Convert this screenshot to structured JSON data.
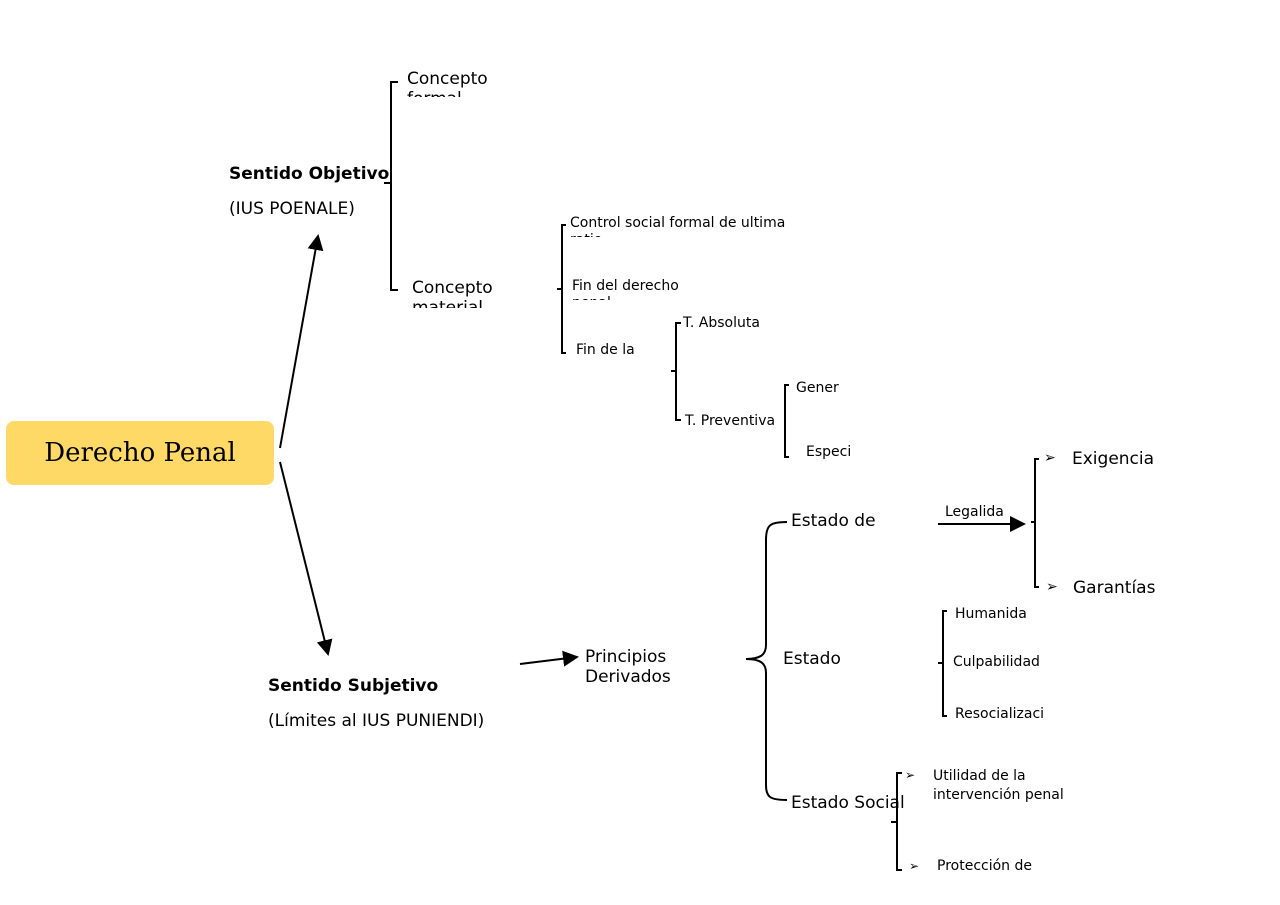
{
  "root": {
    "label": "Derecho Penal",
    "color": "#FFD966"
  },
  "objective": {
    "title": "Sentido Objetivo",
    "subtitle": "(IUS POENALE)",
    "formal": "Concepto formal",
    "material": "Concepto material",
    "material_items": [
      "Control social formal de ultima ratio",
      "Fin del derecho penal",
      "Fin de la pena"
    ],
    "pena_theories": [
      "T. Absoluta",
      "T. Preventiva"
    ],
    "preventiva_types": [
      "Gener",
      "Especi"
    ]
  },
  "subjective": {
    "title": "Sentido Subjetivo",
    "subtitle": "(Límites al IUS PUNIENDI)",
    "principles": "Principios Derivados",
    "states": [
      "Estado de",
      "Estado",
      "Estado Social"
    ],
    "legalidad": "Legalida",
    "legalidad_items": [
      "Exigencia",
      "Garantías"
    ],
    "estado_items": [
      "Humanida",
      "Culpabilidad",
      "Resocializaci"
    ],
    "social_items": [
      "Utilidad de la intervención penal",
      "Protección de"
    ]
  },
  "icons": {
    "bullet": "arrowhead-bullet-icon"
  }
}
